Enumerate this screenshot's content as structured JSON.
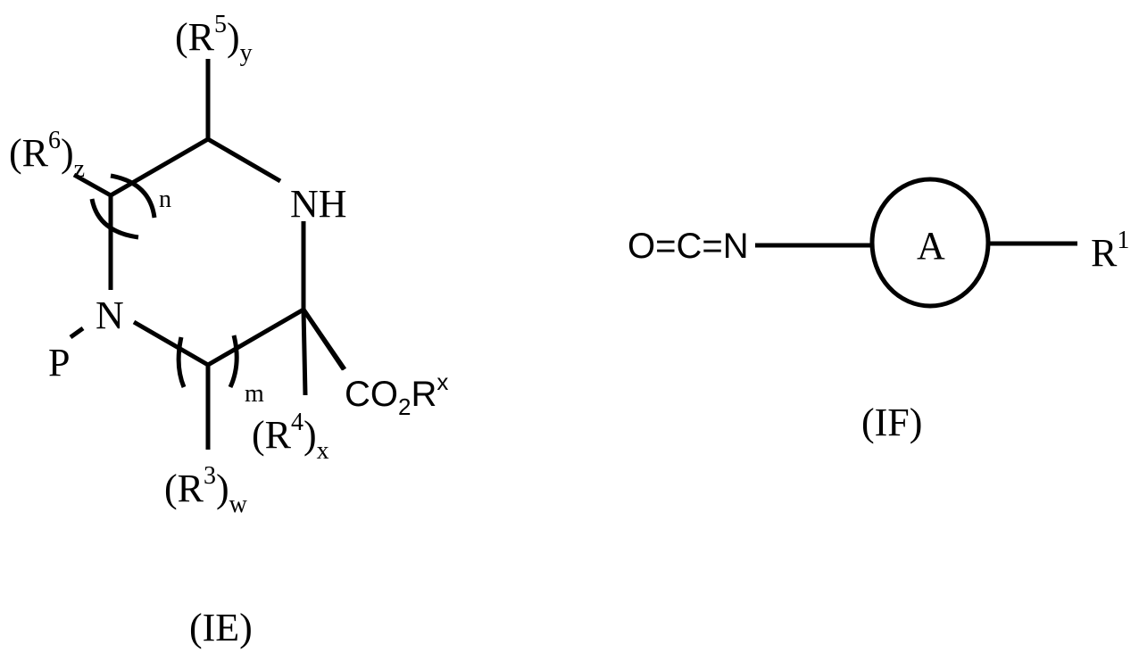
{
  "structures": [
    {
      "id": "IE",
      "caption": "(IE)",
      "ring_atoms": {
        "nh": "NH",
        "n": "N",
        "protecting_group": "P"
      },
      "substituents": {
        "r5": {
          "base": "(R",
          "sup": "5",
          "close": ")",
          "sub": "y"
        },
        "r6": {
          "base": "(R",
          "sup": "6",
          "close": ")",
          "sub": "z"
        },
        "r4": {
          "base": "(R",
          "sup": "4",
          "close": ")",
          "sub": "x"
        },
        "r3": {
          "base": "(R",
          "sup": "3",
          "close": ")",
          "sub": "w"
        },
        "ester": {
          "co": "CO",
          "sub": "2",
          "r": "R",
          "sup": "x"
        }
      },
      "repeat_indices": {
        "n": "n",
        "m": "m"
      }
    },
    {
      "id": "IF",
      "caption": "(IF)",
      "isocyanate": "O=C=N",
      "ring_label": "A",
      "substituent": {
        "base": "R",
        "sup": "1"
      }
    }
  ],
  "colors": {
    "ink": "#000000",
    "background": "#ffffff"
  }
}
